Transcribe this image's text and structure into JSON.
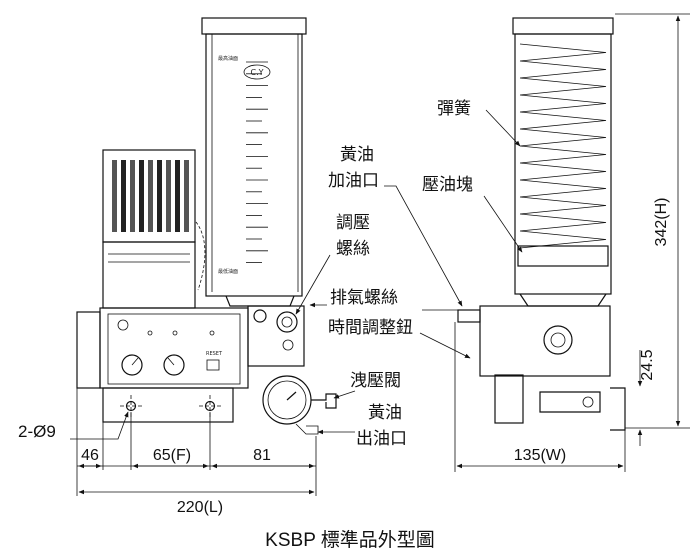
{
  "caption": "KSBP 標準品外型圖",
  "reservoir_marks": {
    "logo": "C.Y",
    "max_level": "最高油面",
    "min_level": "最低油面"
  },
  "panel": {
    "reset_label": "RESET"
  },
  "labels": {
    "grease_inlet_line1": "黃油",
    "grease_inlet_line2": "加油口",
    "adjust_screw_line1": "調壓",
    "adjust_screw_line2": "螺絲",
    "air_vent_screw": "排氣螺絲",
    "timer_knob": "時間調整鈕",
    "relief_valve": "洩壓閥",
    "grease_outlet_line1": "黃油",
    "grease_outlet_line2": "出油口",
    "spring": "彈簧",
    "pressure_block": "壓油塊",
    "mount_holes": "2-Ø9"
  },
  "dimensions": {
    "d46": "46",
    "d65": "65(F)",
    "d81": "81",
    "d220": "220(L)",
    "d135": "135(W)",
    "d342": "342(H)",
    "d24_5": "24.5"
  }
}
